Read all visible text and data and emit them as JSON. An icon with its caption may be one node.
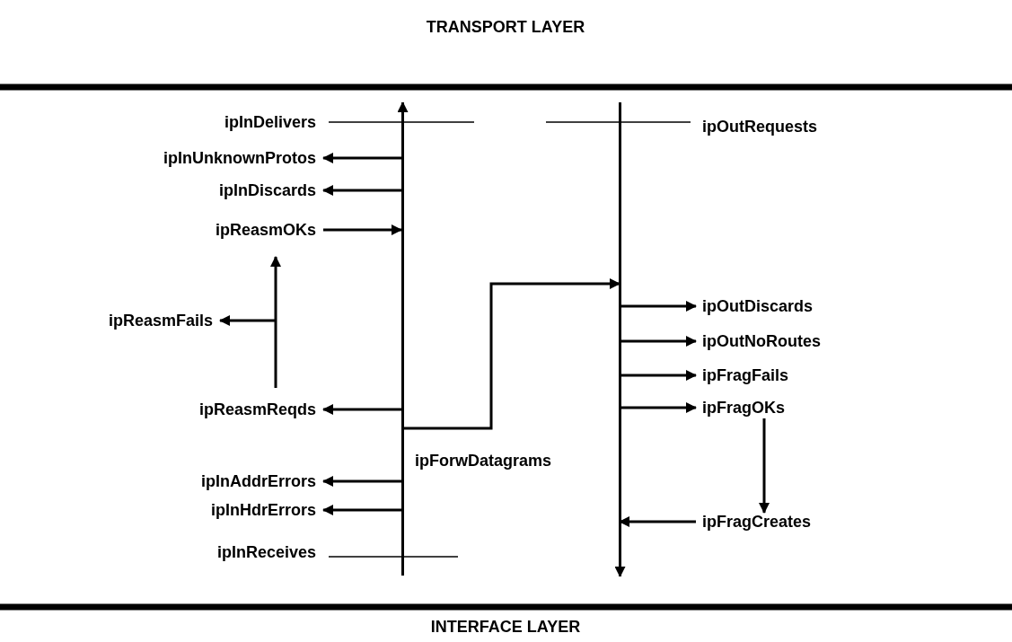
{
  "diagram": {
    "nodes": [
      {
        "text": [],
        "shape": "bar"
      },
      {
        "text": [],
        "shape": "bar"
      },
      {
        "text": [
          "ipInUnknownProtos"
        ]
      },
      {
        "text": [
          "ipInDiscards"
        ]
      },
      {
        "text": [
          "ipReasmOKs"
        ]
      },
      {
        "text": [
          "ipReasmFails"
        ]
      },
      {
        "text": [
          "ipReasmReqds"
        ]
      },
      {
        "text": [
          "ipInAddrErrors"
        ]
      },
      {
        "text": [
          "ipInHdrErrors"
        ]
      },
      {
        "text": [
          "ipOutDiscards"
        ]
      },
      {
        "text": [
          "ipOutNoRoutes"
        ]
      },
      {
        "text": [
          "ipFragFails"
        ]
      },
      {
        "text": [
          "ipFragOKs"
        ]
      },
      {
        "text": [
          "ipFragCreates"
        ]
      }
    ],
    "edges": [
      {
        "from": 0,
        "to": 2,
        "arrow": "to"
      },
      {
        "from": 0,
        "to": 3,
        "arrow": "to"
      },
      {
        "from": 4,
        "to": 0,
        "arrow": "to"
      },
      {
        "from": 6,
        "to": 4,
        "arrow": "to"
      },
      {
        "from": null,
        "to": 5,
        "arrow": "to"
      },
      {
        "from": 0,
        "to": 6,
        "arrow": "to"
      },
      {
        "from": 0,
        "to": 7,
        "arrow": "to"
      },
      {
        "from": 0,
        "to": 8,
        "arrow": "to"
      },
      {
        "from": 0,
        "to": 1,
        "arrow": "to",
        "label": "ipForwDatagrams"
      },
      {
        "from": 1,
        "to": 9,
        "arrow": "to"
      },
      {
        "from": 1,
        "to": 10,
        "arrow": "to"
      },
      {
        "from": 1,
        "to": 11,
        "arrow": "to"
      },
      {
        "from": 1,
        "to": 12,
        "arrow": "to"
      },
      {
        "from": 12,
        "to": 13,
        "arrow": "to"
      },
      {
        "from": 13,
        "to": 1,
        "arrow": "to"
      }
    ],
    "labels": [
      "TRANSPORT LAYER",
      "ipInDelivers",
      "ipOutRequests",
      "ipInReceives",
      "INTERFACE LAYER"
    ]
  }
}
